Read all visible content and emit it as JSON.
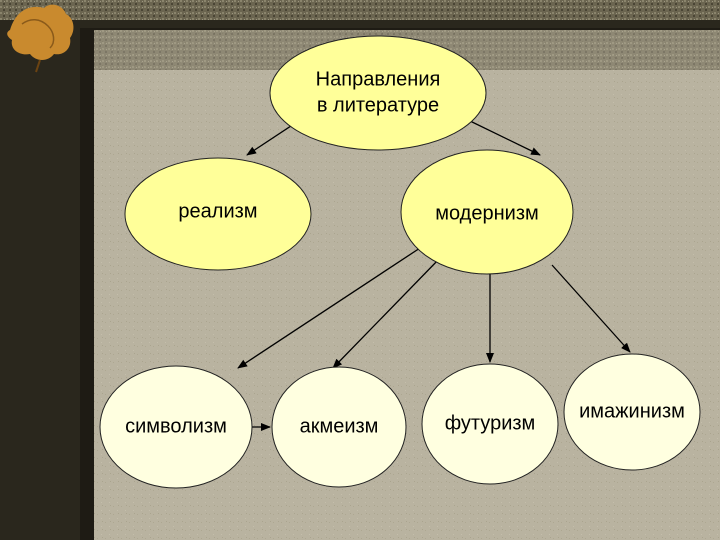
{
  "diagram": {
    "root": {
      "line1": "Направления",
      "line2": "в литературе"
    },
    "realism": "реализм",
    "modernism": "модернизм",
    "symbolism": "символизм",
    "acmeism": "акмеизм",
    "futurism": "футуризм",
    "imaginism": "имажинизм"
  },
  "colors": {
    "top_ellipse_fill": "#ffff99",
    "bottom_ellipse_fill": "#ffffe0",
    "panel_fill": "#b9b3a0",
    "frame_dark": "#1e1b14",
    "arrow": "#000000"
  }
}
